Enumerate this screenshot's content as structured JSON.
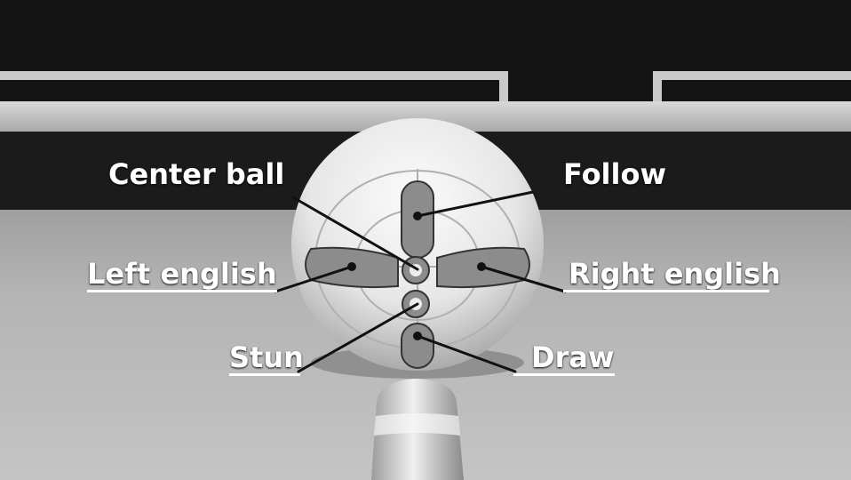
{
  "labels": {
    "center_ball": "Center ball",
    "follow": "Follow",
    "left_english": "Left english",
    "right_english": "Right english",
    "stun": "Stun",
    "draw": "Draw"
  },
  "colors": {
    "text": "#ffffff",
    "table_felt": "#bdbdbd",
    "rail": "#1c1c1c",
    "cushion": "#cfcfcf",
    "ball": "#e8e8e8",
    "zone_fill": "#8a8a8a",
    "pointer_line": "#111111"
  }
}
